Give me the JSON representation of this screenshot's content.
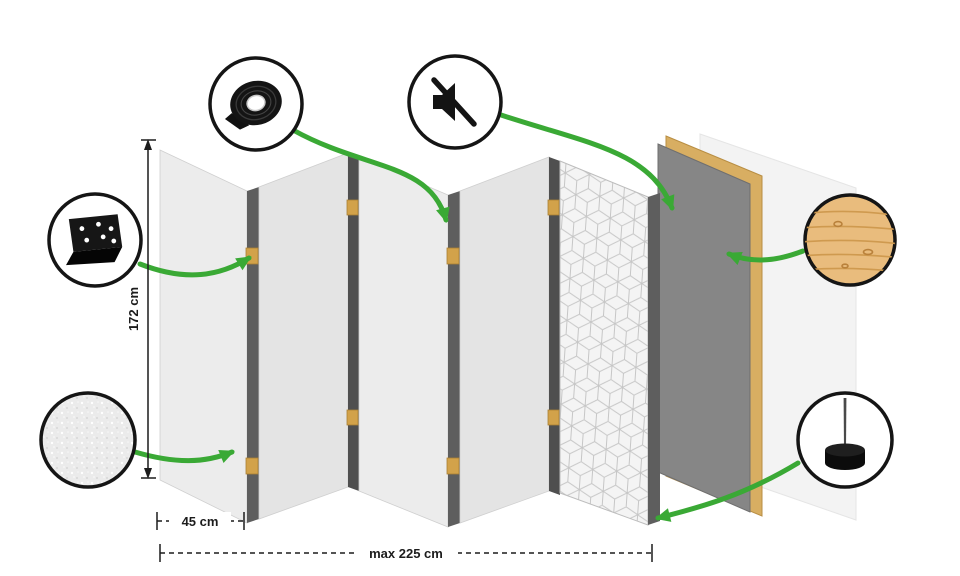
{
  "diagram": {
    "subject": "folding-room-divider-exploded-view",
    "labels": {
      "height": "172 cm",
      "panel_width": "45 cm",
      "max_width": "max 225 cm"
    },
    "callouts": {
      "tape": {
        "icon": "tape-roll-icon"
      },
      "mute": {
        "icon": "muted-speaker-icon"
      },
      "hinge": {
        "icon": "hinge-icon"
      },
      "fleece": {
        "icon": "fleece-texture-swatch"
      },
      "wood": {
        "icon": "wood-texture-swatch"
      },
      "feet": {
        "icon": "foot-pin-icon"
      }
    },
    "colors": {
      "arrow_green": "#3aa935",
      "panel_face": "#ececec",
      "panel_face_alt": "#e4e4e4",
      "panel_edge_dark": "#5e5e5e",
      "panel_edge_darker": "#4f4f4f",
      "pattern_line": "#c6c6c6",
      "board_gray": "#868686",
      "frame_wood": "#d8ae62",
      "hinge_brass": "#d2a24a",
      "wood_swatch": "#e9bc7d",
      "outline_black": "#151515"
    }
  }
}
